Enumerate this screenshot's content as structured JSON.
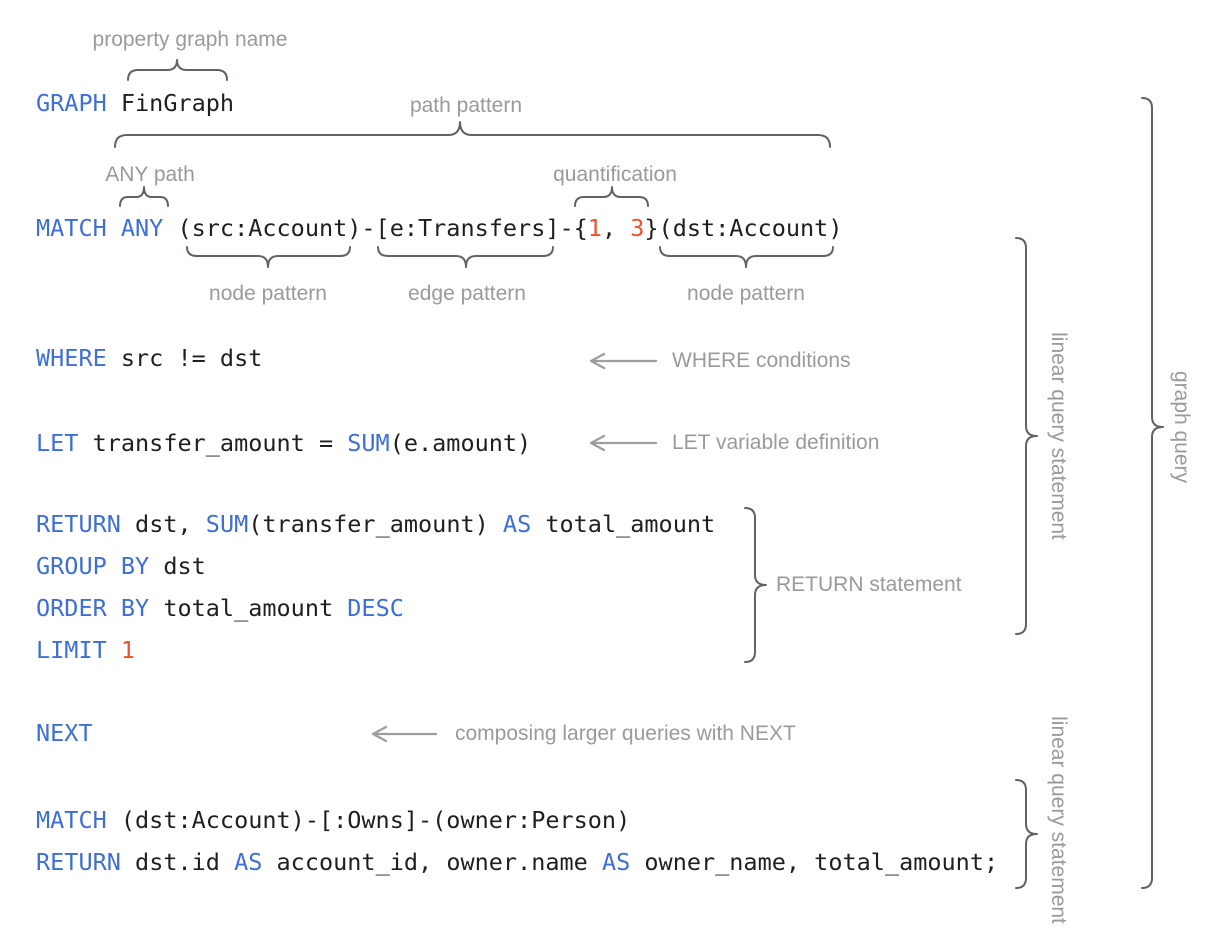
{
  "colors": {
    "keyword_blue": "#3E6FD9",
    "number_red": "#ED512E",
    "code_black": "#1f1f1f",
    "annotation_gray": "#9a9a9a",
    "brace_gray": "#5f6368",
    "background": "#ffffff"
  },
  "annotations": {
    "property_graph_name": "property graph name",
    "path_pattern": "path pattern",
    "any_path": "ANY path",
    "quantification": "quantification",
    "node_pattern_left": "node pattern",
    "edge_pattern": "edge pattern",
    "node_pattern_right": "node pattern",
    "where_conditions": "WHERE conditions",
    "let_variable_definition": "LET variable definition",
    "return_statement": "RETURN statement",
    "composing_next": "composing larger queries with NEXT",
    "linear_query_statement_top": "linear query statement",
    "linear_query_statement_bottom": "linear query statement",
    "graph_query": "graph query"
  },
  "code_lines": [
    {
      "id": "graph",
      "segments": [
        {
          "t": "GRAPH ",
          "c": "kw"
        },
        {
          "t": "FinGraph",
          "c": "txt"
        }
      ]
    },
    {
      "id": "match1",
      "segments": [
        {
          "t": "MATCH ANY ",
          "c": "kw"
        },
        {
          "t": "(src:Account)-[e:Transfers]-{",
          "c": "txt"
        },
        {
          "t": "1",
          "c": "num"
        },
        {
          "t": ", ",
          "c": "txt"
        },
        {
          "t": "3",
          "c": "num"
        },
        {
          "t": "}(dst:Account)",
          "c": "txt"
        }
      ]
    },
    {
      "id": "where",
      "segments": [
        {
          "t": "WHERE ",
          "c": "kw"
        },
        {
          "t": "src != dst",
          "c": "txt"
        }
      ]
    },
    {
      "id": "let",
      "segments": [
        {
          "t": "LET ",
          "c": "kw"
        },
        {
          "t": "transfer_amount = ",
          "c": "txt"
        },
        {
          "t": "SUM",
          "c": "kw"
        },
        {
          "t": "(e.amount)",
          "c": "txt"
        }
      ]
    },
    {
      "id": "return1",
      "segments": [
        {
          "t": "RETURN ",
          "c": "kw"
        },
        {
          "t": "dst, ",
          "c": "txt"
        },
        {
          "t": "SUM",
          "c": "kw"
        },
        {
          "t": "(transfer_amount) ",
          "c": "txt"
        },
        {
          "t": "AS",
          "c": "kw"
        },
        {
          "t": " total_amount",
          "c": "txt"
        }
      ]
    },
    {
      "id": "groupby",
      "segments": [
        {
          "t": "GROUP BY ",
          "c": "kw"
        },
        {
          "t": "dst",
          "c": "txt"
        }
      ]
    },
    {
      "id": "orderby",
      "segments": [
        {
          "t": "ORDER BY ",
          "c": "kw"
        },
        {
          "t": "total_amount ",
          "c": "txt"
        },
        {
          "t": "DESC",
          "c": "kw"
        }
      ]
    },
    {
      "id": "limit",
      "segments": [
        {
          "t": "LIMIT ",
          "c": "kw"
        },
        {
          "t": "1",
          "c": "num"
        }
      ]
    },
    {
      "id": "next",
      "segments": [
        {
          "t": "NEXT",
          "c": "kw"
        }
      ]
    },
    {
      "id": "match2",
      "segments": [
        {
          "t": "MATCH ",
          "c": "kw"
        },
        {
          "t": "(dst:Account)-[:Owns]-(owner:Person)",
          "c": "txt"
        }
      ]
    },
    {
      "id": "return2",
      "segments": [
        {
          "t": "RETURN ",
          "c": "kw"
        },
        {
          "t": "dst.id ",
          "c": "txt"
        },
        {
          "t": "AS",
          "c": "kw"
        },
        {
          "t": " account_id, owner.name ",
          "c": "txt"
        },
        {
          "t": "AS",
          "c": "kw"
        },
        {
          "t": " owner_name, total_amount;",
          "c": "txt"
        }
      ]
    }
  ]
}
